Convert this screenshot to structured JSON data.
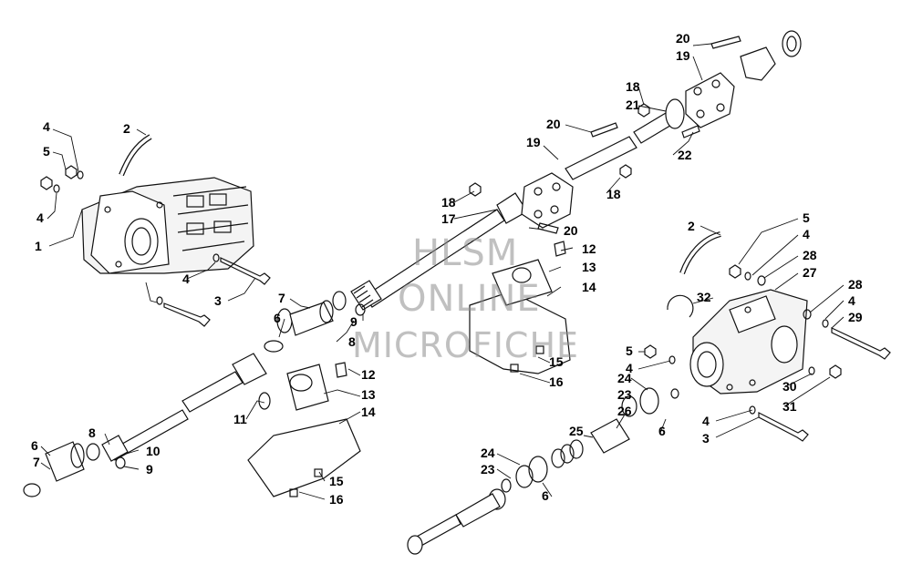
{
  "watermark": {
    "line1": "HLSM",
    "line2": "ONLINE",
    "line3": "MICROFICHE"
  },
  "callouts": [
    {
      "id": "c1",
      "text": "1"
    },
    {
      "id": "c2",
      "text": "2"
    },
    {
      "id": "c3",
      "text": "3"
    },
    {
      "id": "c4",
      "text": "4"
    },
    {
      "id": "c5",
      "text": "5"
    },
    {
      "id": "c6",
      "text": "6"
    },
    {
      "id": "c7",
      "text": "7"
    },
    {
      "id": "c8",
      "text": "8"
    },
    {
      "id": "c9",
      "text": "9"
    },
    {
      "id": "c10",
      "text": "10"
    },
    {
      "id": "c11",
      "text": "11"
    },
    {
      "id": "c12",
      "text": "12"
    },
    {
      "id": "c13",
      "text": "13"
    },
    {
      "id": "c14",
      "text": "14"
    },
    {
      "id": "c15",
      "text": "15"
    },
    {
      "id": "c16",
      "text": "16"
    },
    {
      "id": "c17",
      "text": "17"
    },
    {
      "id": "c18",
      "text": "18"
    },
    {
      "id": "c19",
      "text": "19"
    },
    {
      "id": "c20",
      "text": "20"
    },
    {
      "id": "c21",
      "text": "21"
    },
    {
      "id": "c22",
      "text": "22"
    },
    {
      "id": "c23",
      "text": "23"
    },
    {
      "id": "c24",
      "text": "24"
    },
    {
      "id": "c25",
      "text": "25"
    },
    {
      "id": "c26",
      "text": "26"
    },
    {
      "id": "c27",
      "text": "27"
    },
    {
      "id": "c28",
      "text": "28"
    },
    {
      "id": "c29",
      "text": "29"
    },
    {
      "id": "c30",
      "text": "30"
    },
    {
      "id": "c31",
      "text": "31"
    },
    {
      "id": "c32",
      "text": "32"
    }
  ]
}
